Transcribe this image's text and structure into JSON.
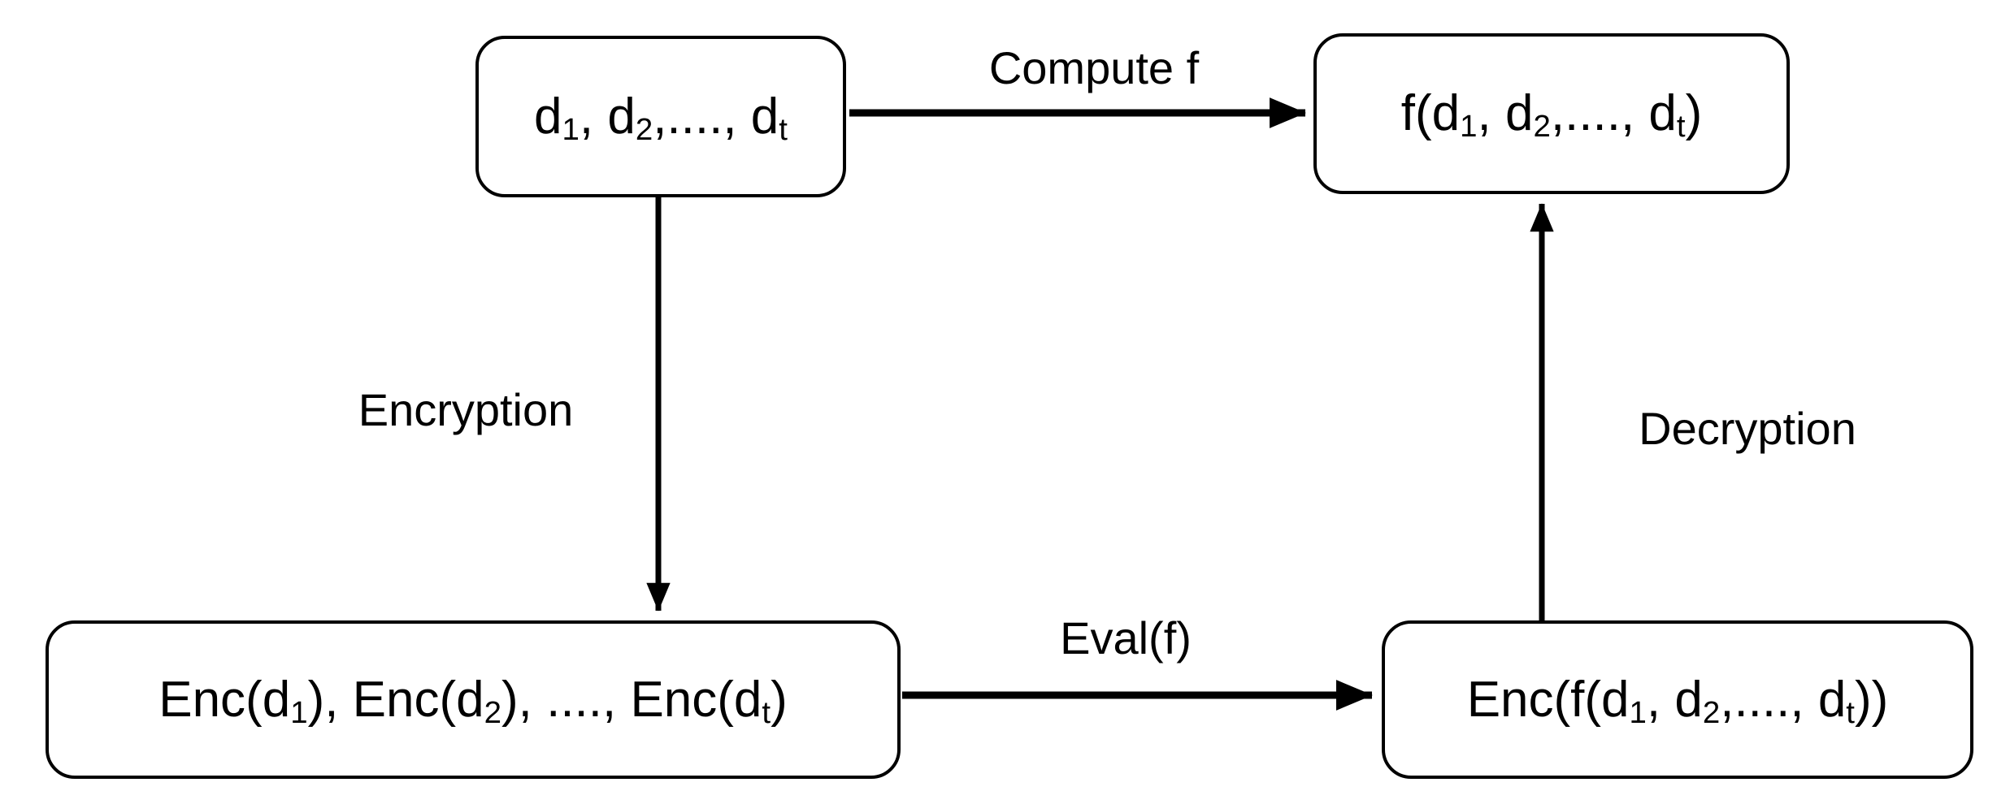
{
  "colors": {
    "ink": "#000000",
    "background": "#ffffff"
  },
  "nodes": {
    "top_left": {
      "text": "d_{1}, d_{2},...., d_{t}"
    },
    "top_right": {
      "text": "f(d_{1}, d_{2},...., d_{t})"
    },
    "bottom_left": {
      "text": "Enc(d_{1}), Enc(d_{2}), ...., Enc(d_{t})"
    },
    "bottom_right": {
      "text": "Enc(f(d_{1}, d_{2},...., d_{t}))"
    }
  },
  "edges": {
    "compute": {
      "label": "Compute f",
      "from": "top_left",
      "to": "top_right"
    },
    "encryption": {
      "label": "Encryption",
      "from": "top_left",
      "to": "bottom_left"
    },
    "eval": {
      "label": "Eval(f)",
      "from": "bottom_left",
      "to": "bottom_right"
    },
    "decryption": {
      "label": "Decryption",
      "from": "bottom_right",
      "to": "top_right"
    }
  }
}
